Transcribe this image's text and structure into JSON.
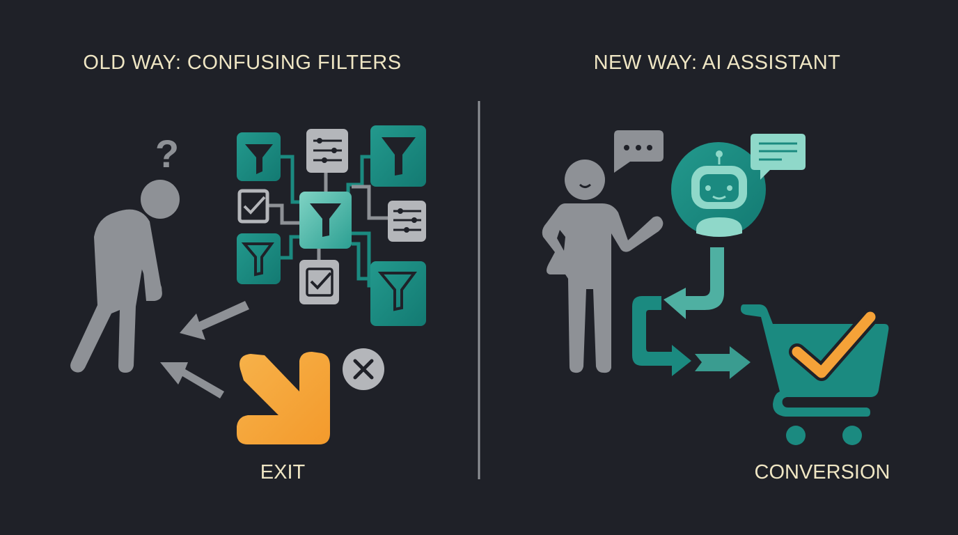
{
  "left_panel": {
    "title": "OLD WAY: CONFUSING FILTERS",
    "question_mark": "?",
    "outcome_label": "EXIT",
    "icons": [
      "confused-person-icon",
      "question-mark-icon",
      "filter-icon",
      "sliders-icon",
      "checkbox-icon",
      "arrow-left-icon",
      "exit-arrow-icon",
      "close-circle-icon"
    ]
  },
  "right_panel": {
    "title": "NEW WAY: AI ASSISTANT",
    "outcome_label": "CONVERSION",
    "icons": [
      "happy-person-icon",
      "speech-bubble-dots-icon",
      "robot-icon",
      "speech-bubble-text-icon",
      "flow-arrow-icon",
      "shopping-cart-icon",
      "checkmark-icon"
    ]
  },
  "colors": {
    "background": "#1f2128",
    "text": "#efe6c4",
    "gray": "#8e9196",
    "teal": "#1b8a80",
    "teal_light": "#6cc7b8",
    "orange": "#f5a238"
  }
}
